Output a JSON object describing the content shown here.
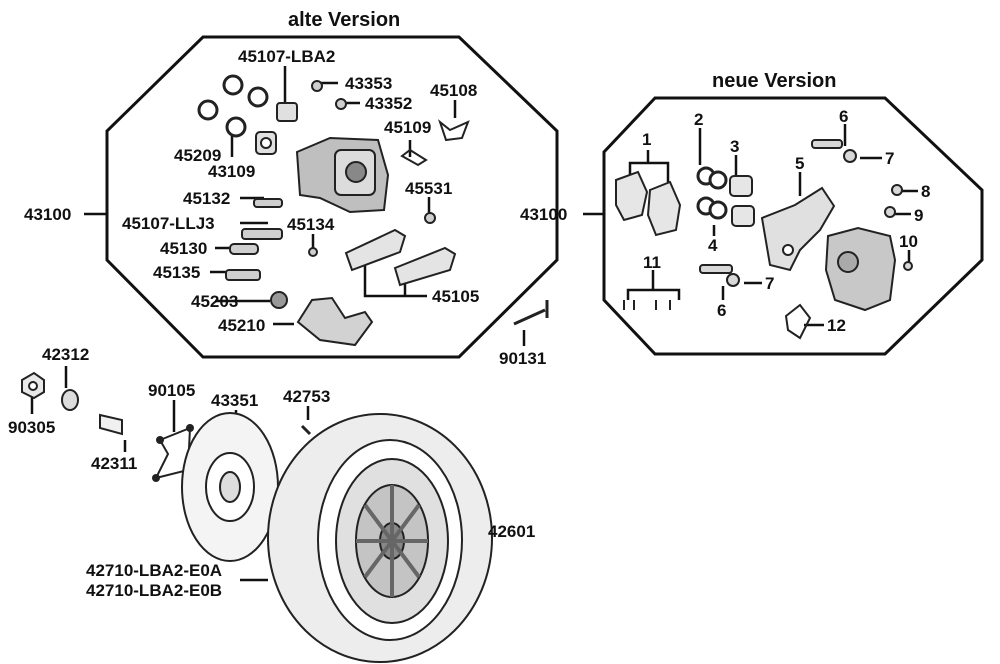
{
  "titles": {
    "old_version": "alte Version",
    "new_version": "neue Version"
  },
  "labels_old": {
    "p45107_lba2": "45107-LBA2",
    "p43353": "43353",
    "p43352": "43352",
    "p45108": "45108",
    "p45109": "45109",
    "p45209": "45209",
    "p43109": "43109",
    "p45531": "45531",
    "p45132": "45132",
    "p45107_llj3": "45107-LLJ3",
    "p45134": "45134",
    "p45130": "45130",
    "p45135": "45135",
    "p45105": "45105",
    "p45203": "45203",
    "p45210": "45210"
  },
  "labels_new": {
    "n1": "1",
    "n2": "2",
    "n3": "3",
    "n4": "4",
    "n5": "5",
    "n6a": "6",
    "n7a": "7",
    "n8": "8",
    "n9": "9",
    "n10": "10",
    "n11": "11",
    "n7b": "7",
    "n6b": "6",
    "n12": "12"
  },
  "labels_main": {
    "p43100_left": "43100",
    "p43100_right": "43100",
    "p90131": "90131",
    "p42312": "42312",
    "p90305": "90305",
    "p90105": "90105",
    "p43351": "43351",
    "p42753": "42753",
    "p42311": "42311",
    "p42601": "42601",
    "p42710_e0a": "42710-LBA2-E0A",
    "p42710_e0b": "42710-LBA2-E0B"
  }
}
